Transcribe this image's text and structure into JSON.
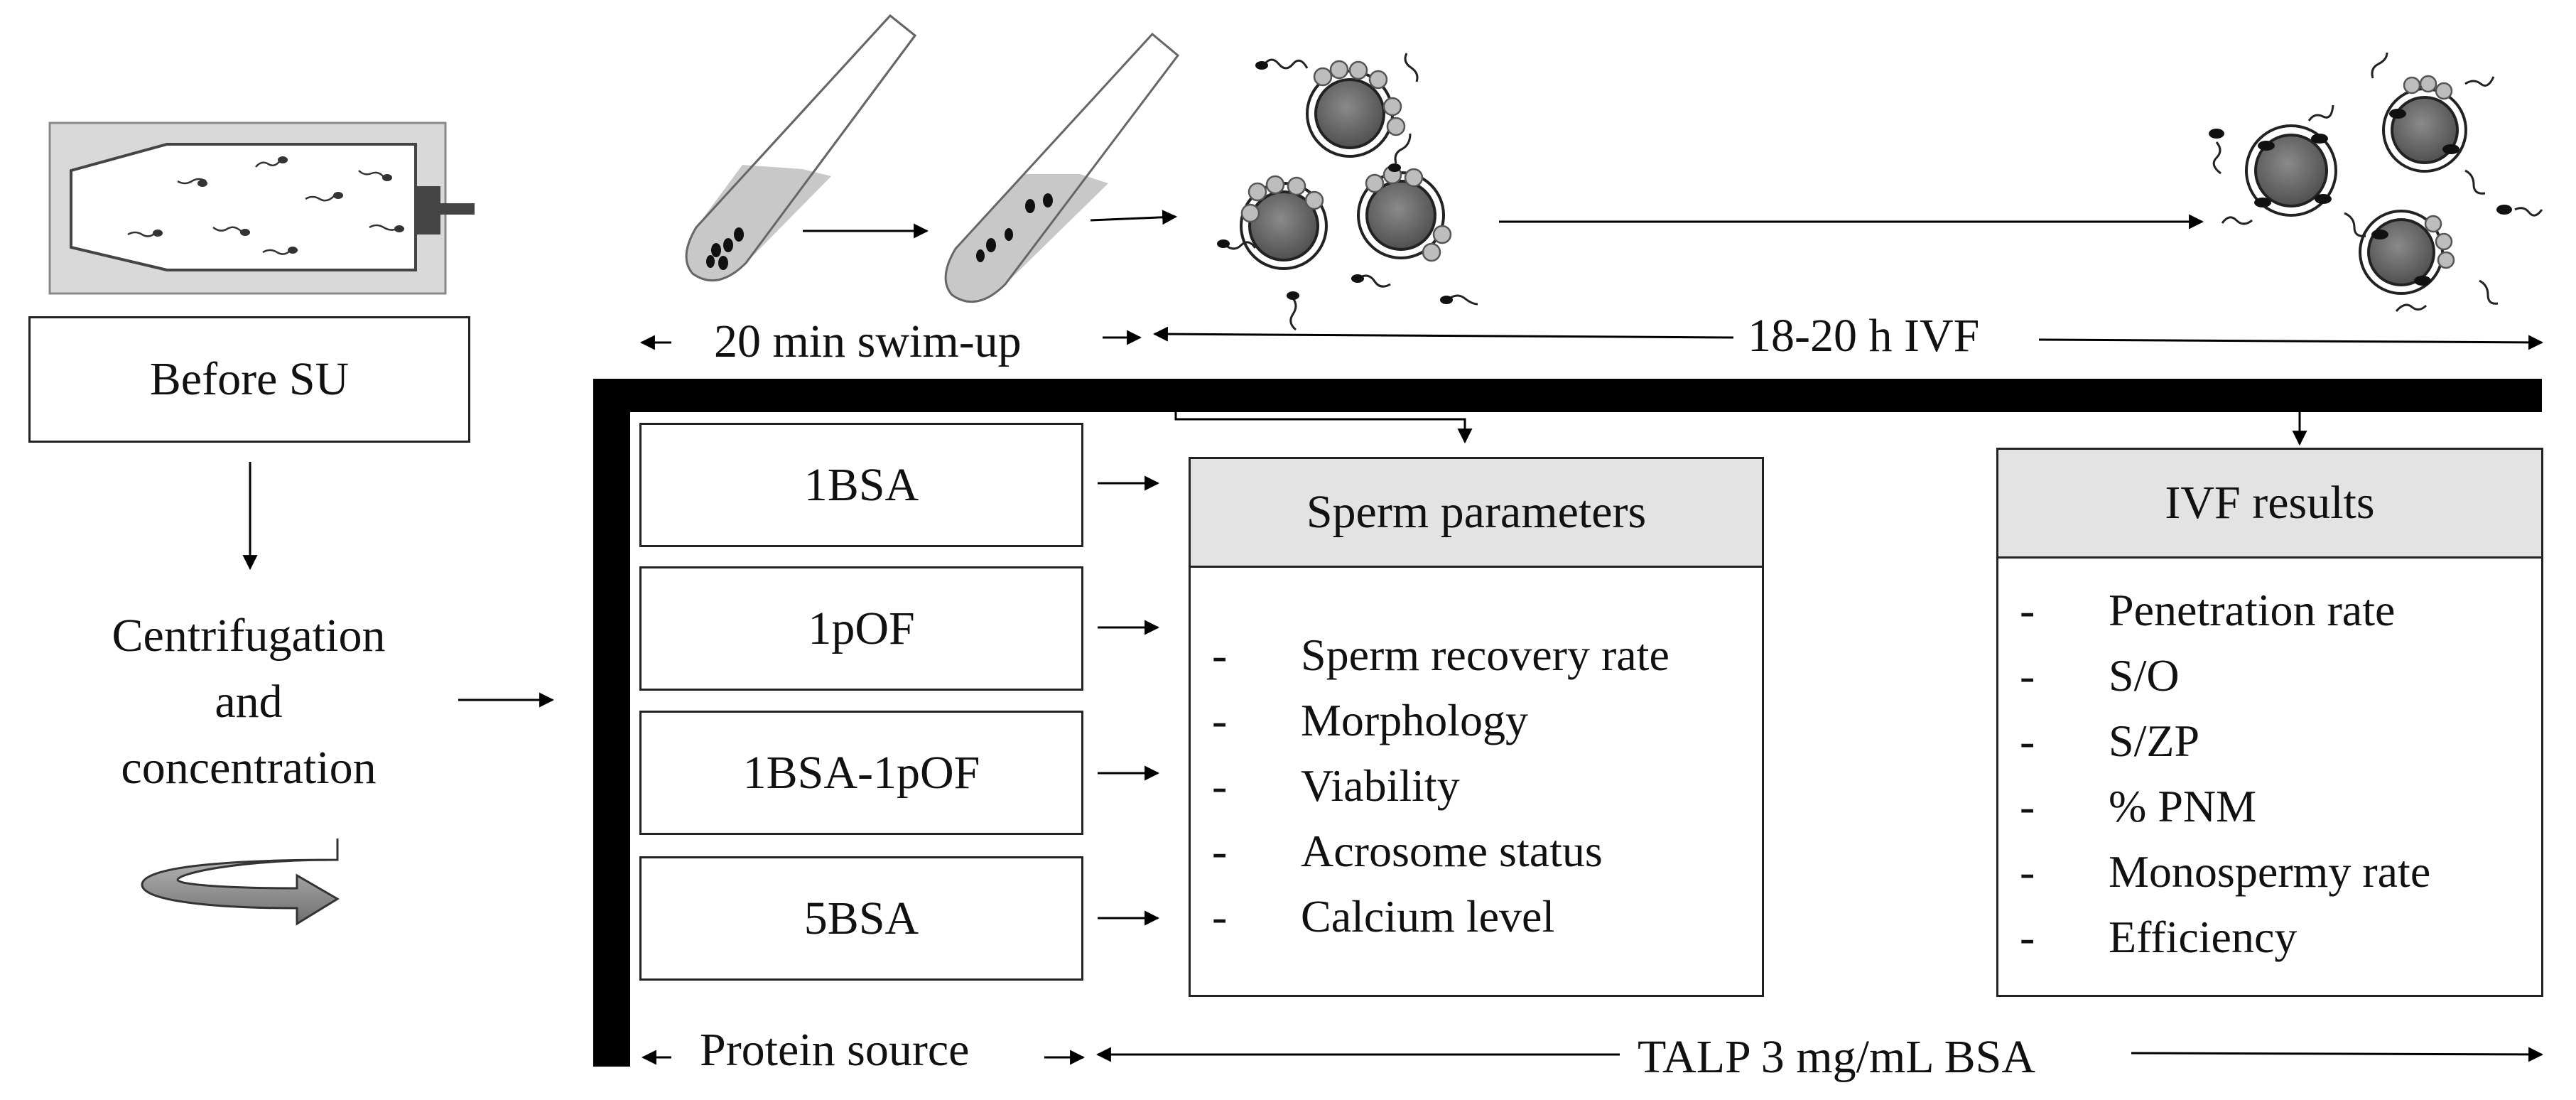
{
  "stage_labels": {
    "before_su": "Before SU",
    "centrifugation": [
      "Centrifugation",
      "and",
      "concentration"
    ],
    "swim_up": "20 min swim-up",
    "ivf": "18-20 h IVF",
    "protein_source": "Protein source",
    "talp": "TALP 3 mg/mL BSA"
  },
  "treatments": [
    "1BSA",
    "1pOF",
    "1BSA-1pOF",
    "5BSA"
  ],
  "sperm_parameters": {
    "title": "Sperm parameters",
    "bullet": "-",
    "items": [
      "Sperm recovery rate",
      "Morphology",
      "Viability",
      "Acrosome status",
      "Calcium level"
    ]
  },
  "ivf_results": {
    "title": "IVF results",
    "bullet": "-",
    "items": [
      "Penetration rate",
      "S/O",
      "S/ZP",
      "% PNM",
      "Monospermy rate",
      "Efficiency"
    ]
  },
  "colors": {
    "line": "#000000",
    "header_fill": "#e3e3e3",
    "oocyte": "#6b6b6b",
    "tube_liquid": "#c8c8c8",
    "dish_bg": "#d9d9d9"
  },
  "icons": [
    "petri-dish-icon",
    "centrifuge-rotation-icon",
    "test-tube-icon",
    "oocyte-cluster-icon"
  ]
}
